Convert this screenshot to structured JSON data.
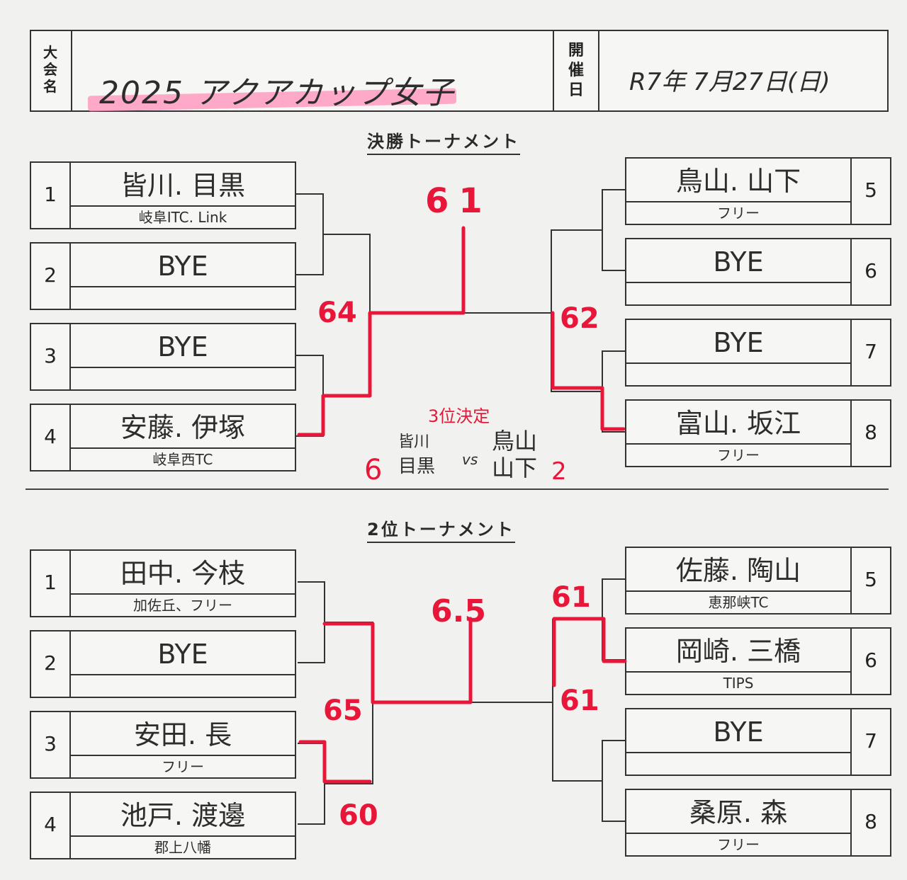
{
  "header": {
    "label_event": [
      "大",
      "会",
      "名"
    ],
    "label_date": [
      "開",
      "催",
      "日"
    ],
    "event_name": "2025 アクアカップ女子",
    "date": "R7年 7月27日(日)"
  },
  "colors": {
    "ink": "#333333",
    "red": "#e8173a",
    "highlight": "#ff8fb8"
  },
  "final": {
    "title": "決勝トーナメント",
    "left": [
      {
        "seed": "1",
        "name": "皆川. 目黒",
        "club": "岐阜ITC. Link"
      },
      {
        "seed": "2",
        "name": "BYE",
        "club": ""
      },
      {
        "seed": "3",
        "name": "BYE",
        "club": ""
      },
      {
        "seed": "4",
        "name": "安藤. 伊塚",
        "club": "岐阜西TC"
      }
    ],
    "right": [
      {
        "seed": "5",
        "name": "鳥山. 山下",
        "club": "フリー"
      },
      {
        "seed": "6",
        "name": "BYE",
        "club": ""
      },
      {
        "seed": "7",
        "name": "BYE",
        "club": ""
      },
      {
        "seed": "8",
        "name": "富山. 坂江",
        "club": "フリー"
      }
    ],
    "scores": {
      "final": "61",
      "left_semi": "64",
      "right_semi": "62"
    },
    "third_place": {
      "title": "3位決定",
      "left_name_1": "皆川",
      "left_name_2": "目黒",
      "vs": "vs",
      "right_name_1": "鳥山",
      "right_name_2": "山下",
      "left_score": "6",
      "right_score": "2"
    }
  },
  "second": {
    "title": "2位トーナメント",
    "left": [
      {
        "seed": "1",
        "name": "田中. 今枝",
        "club": "加佐丘、フリー"
      },
      {
        "seed": "2",
        "name": "BYE",
        "club": ""
      },
      {
        "seed": "3",
        "name": "安田. 長",
        "club": "フリー"
      },
      {
        "seed": "4",
        "name": "池戸. 渡邊",
        "club": "郡上八幡"
      }
    ],
    "right": [
      {
        "seed": "5",
        "name": "佐藤. 陶山",
        "club": "恵那峡TC"
      },
      {
        "seed": "6",
        "name": "岡崎. 三橋",
        "club": "TIPS"
      },
      {
        "seed": "7",
        "name": "BYE",
        "club": ""
      },
      {
        "seed": "8",
        "name": "桑原. 森",
        "club": "フリー"
      }
    ],
    "scores": {
      "final": "6.5",
      "left_semi": "65",
      "left_sub": "60",
      "right_top": "61",
      "right_semi": "61"
    }
  }
}
